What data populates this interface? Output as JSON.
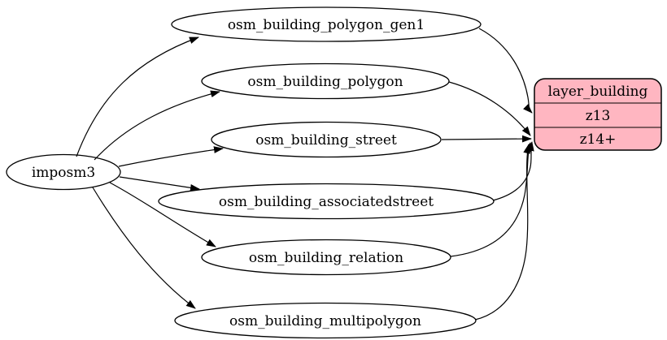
{
  "diagram": {
    "type": "graphviz-flow",
    "colors": {
      "background": "#ffffff",
      "node_fill": "#ffffff",
      "node_stroke": "#000000",
      "edge_color": "#000000",
      "record_fill": "#ffb6c1"
    },
    "source": {
      "label": "imposm3"
    },
    "tables": [
      {
        "label": "osm_building_polygon_gen1",
        "feeds": "z13"
      },
      {
        "label": "osm_building_polygon",
        "feeds": "z14+"
      },
      {
        "label": "osm_building_street",
        "feeds": "z14+"
      },
      {
        "label": "osm_building_associatedstreet",
        "feeds": "z14+"
      },
      {
        "label": "osm_building_relation",
        "feeds": "z14+"
      },
      {
        "label": "osm_building_multipolygon",
        "feeds": "z14+"
      }
    ],
    "record": {
      "title": "layer_building",
      "rows": [
        {
          "label": "z13"
        },
        {
          "label": "z14+"
        }
      ]
    }
  }
}
